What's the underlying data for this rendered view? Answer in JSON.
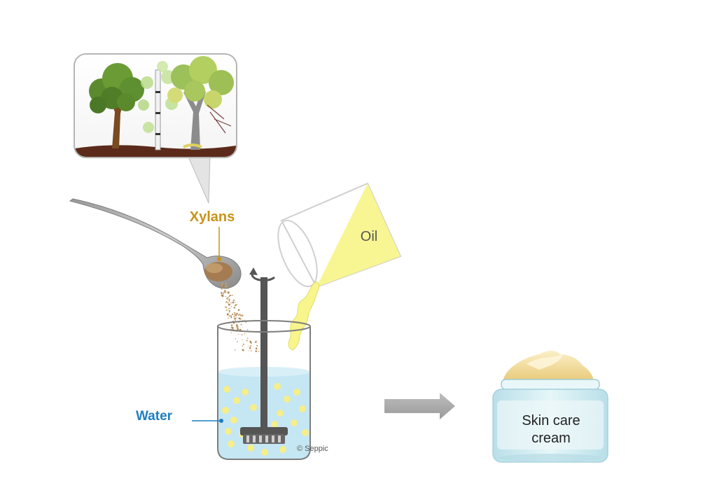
{
  "labels": {
    "xylans": "Xylans",
    "oil": "Oil",
    "water": "Water",
    "copyright": "© Seppic",
    "cream_line1": "Skin care",
    "cream_line2": "cream"
  },
  "colors": {
    "xylans_label": "#C8921A",
    "water_label": "#1E7FC2",
    "oil_fill": "#F7F58C",
    "water_fill": "#BFE3F2",
    "bubbles": "#F6EE8A",
    "arrow": "#A6A6A6",
    "cream_top": "#F3DFA0",
    "jar_body": "#D5EEF3",
    "stirrer": "#555555"
  },
  "icons": {
    "trees": "trees-illustration",
    "spoon": "spoon-icon",
    "beaker": "beaker-icon",
    "rotation": "rotation-arrow-icon",
    "process_arrow": "right-arrow-icon",
    "jar": "cream-jar-icon"
  }
}
